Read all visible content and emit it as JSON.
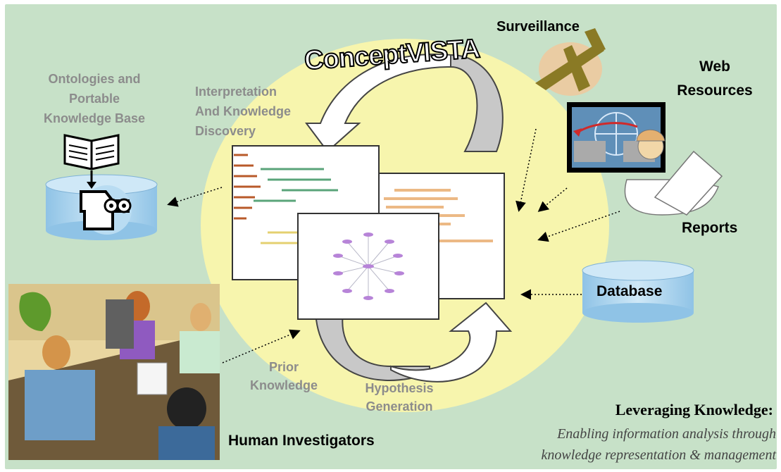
{
  "title": "ConceptVISTA",
  "labels": {
    "surveillance": "Surveillance",
    "web_resources_1": "Web",
    "web_resources_2": "Resources",
    "reports": "Reports",
    "database": "Database",
    "ontologies_1": "Ontologies and",
    "ontologies_2": "Portable",
    "ontologies_3": "Knowledge Base",
    "interpretation_1": "Interpretation",
    "interpretation_2": "And Knowledge",
    "interpretation_3": "Discovery",
    "prior_1": "Prior",
    "prior_2": "Knowledge",
    "hypothesis_1": "Hypothesis",
    "hypothesis_2": "Generation",
    "human_investigators": "Human Investigators"
  },
  "footer": {
    "heading": "Leveraging Knowledge:",
    "line1": "Enabling information analysis through",
    "line2": "knowledge  representation & management"
  },
  "colors": {
    "panel": "#c7e1c8",
    "ellipse": "#f7f5ad",
    "cylinder": "#a9d3ee",
    "label_grey": "#8c8c8c"
  }
}
